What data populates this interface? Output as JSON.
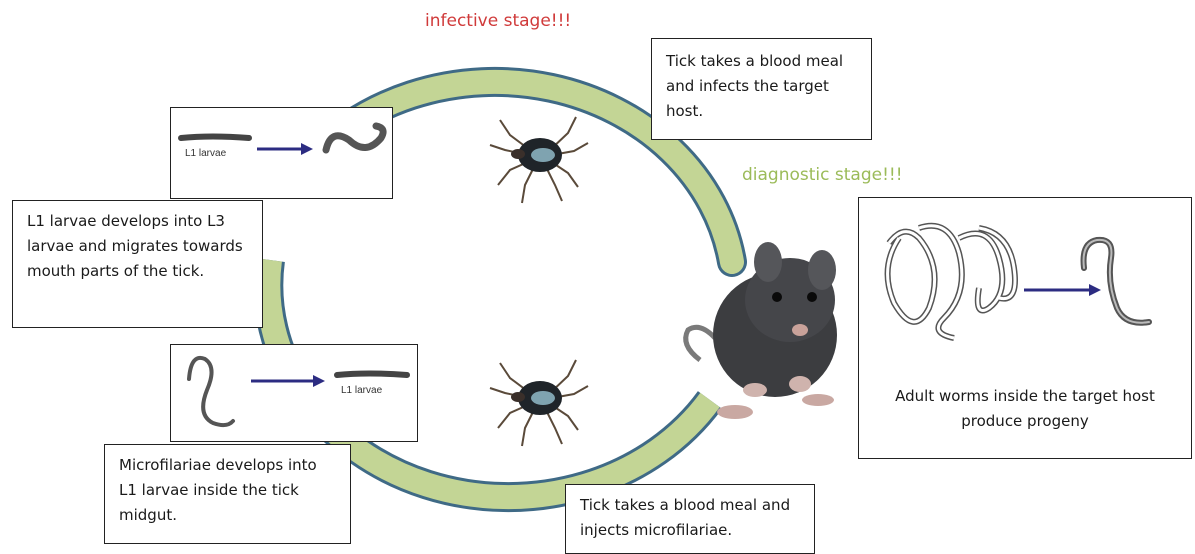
{
  "stages": {
    "infective": "infective stage!!!",
    "diagnostic": "diagnostic stage!!!"
  },
  "steps": {
    "tick_blood_meal_infects": "Tick takes a blood meal and infects the target host.",
    "l1_to_l3": "L1 larvae develops into L3 larvae and migrates towards mouth parts of the tick.",
    "microfilariae_to_l1": "Microfilariae develops into L1 larvae inside the tick midgut.",
    "tick_injects": "Tick takes a blood meal and injects microfilariae.",
    "adult_worms": "Adult worms inside the target host produce progeny"
  },
  "figure_labels": {
    "l1_larvae_top": "L1 larvae",
    "l1_larvae_bottom": "L1 larvae"
  },
  "colors": {
    "ring_fill": "#c3d595",
    "ring_stroke": "#3f6a86",
    "arrow": "#2c2c82",
    "infective_text": "#d03a3a",
    "diagnostic_text": "#9bbb59"
  }
}
